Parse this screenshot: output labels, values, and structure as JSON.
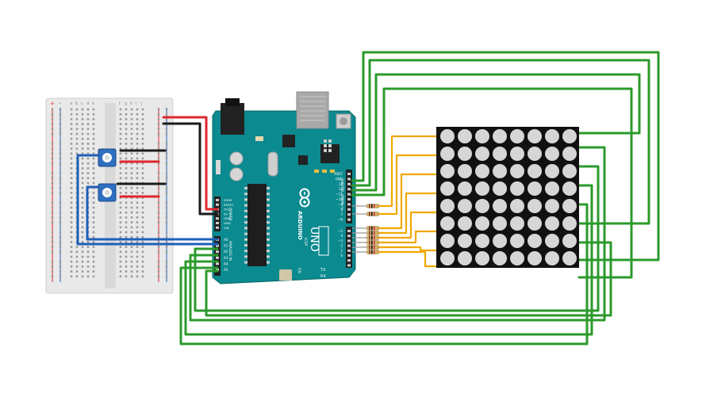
{
  "arduino": {
    "brand": "ARDUINO",
    "model": "UNO",
    "digital_label": "DIGITAL (PWM~)",
    "power_label": "POWER",
    "analog_label": "ANALOG IN",
    "on_label": "ON",
    "tx_label": "TX",
    "rx_label": "RX",
    "icsp_label": "ICSP",
    "digital_pins": [
      "AREF",
      "GND",
      "13",
      "12",
      "~11",
      "~10",
      "~9",
      "8",
      "7",
      "~6",
      "~5",
      "4",
      "~3",
      "2",
      "1",
      "0"
    ],
    "power_pins": [
      "IOREF",
      "RESET",
      "3V3",
      "5V",
      "GND",
      "GND",
      "VIN"
    ],
    "analog_pins": [
      "A0",
      "A1",
      "A2",
      "A3",
      "A4",
      "A5"
    ]
  },
  "breadboard": {
    "column_letters_left": [
      "a",
      "b",
      "c",
      "d",
      "e"
    ],
    "column_letters_right": [
      "f",
      "g",
      "h",
      "i",
      "j"
    ],
    "plus_label": "+",
    "minus_label": "-"
  },
  "wire_colors": {
    "power": "#e0262d",
    "ground": "#1a1a1a",
    "analog": "#1f5fb8",
    "row": "#f0a800",
    "column": "#2b9a2b"
  },
  "led_matrix": {
    "rows": 8,
    "cols": 8
  },
  "resistor_count": 8,
  "potentiometer_count": 2
}
